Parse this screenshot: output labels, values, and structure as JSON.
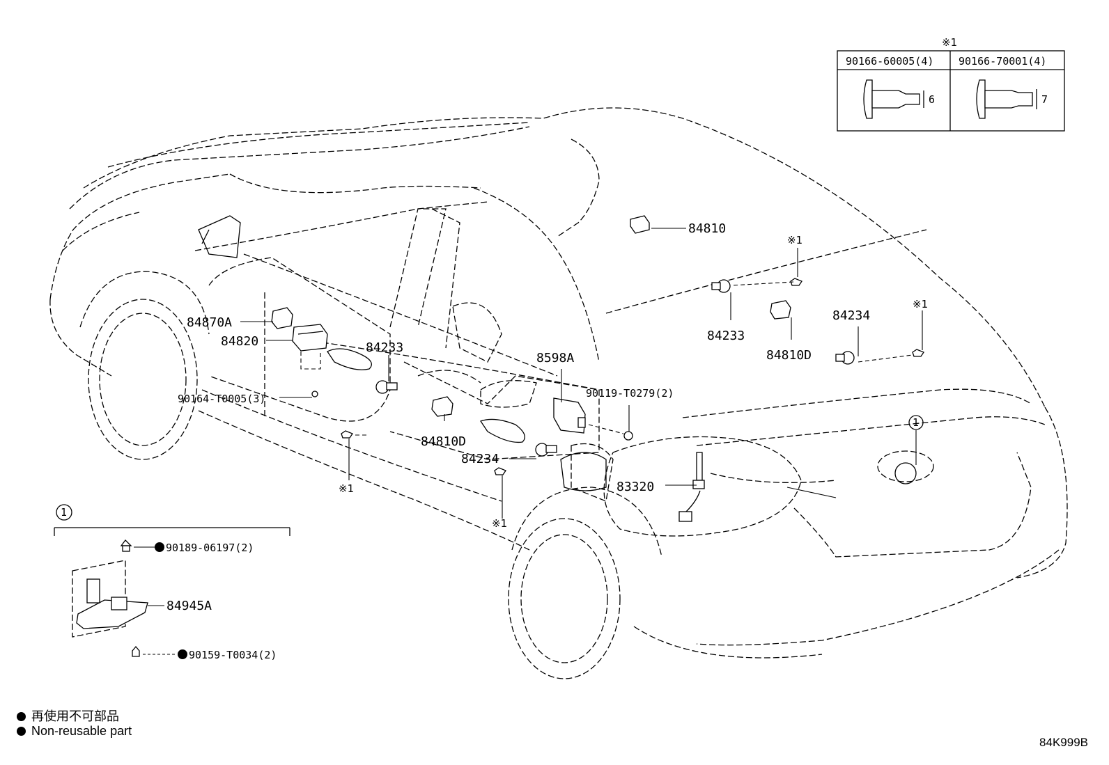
{
  "callouts": {
    "p84810": "84810",
    "p84870A": "84870A",
    "p84820": "84820",
    "p90164": "90164-T0005(3)",
    "p84233_left": "84233",
    "p84233_right": "84233",
    "p8598A": "8598A",
    "p90119": "90119-T0279(2)",
    "p84234_right": "84234",
    "p84234_left": "84234",
    "p84810D_left": "84810D",
    "p84810D_right": "84810D",
    "p83320": "83320",
    "p84945A": "84945A",
    "p90189": "90189-06197(2)",
    "p90159": "90159-T0034(2)"
  },
  "markers": {
    "ref1": "※1",
    "circle1": "1"
  },
  "inset_table": {
    "title": "※1",
    "columns": [
      {
        "part": "90166-60005(4)",
        "dimension": "6"
      },
      {
        "part": "90166-70001(4)",
        "dimension": "7"
      }
    ]
  },
  "legend": {
    "line_jp": "再使用不可部品",
    "line_en": "Non-reusable part"
  },
  "diagram_code": "84K999B"
}
